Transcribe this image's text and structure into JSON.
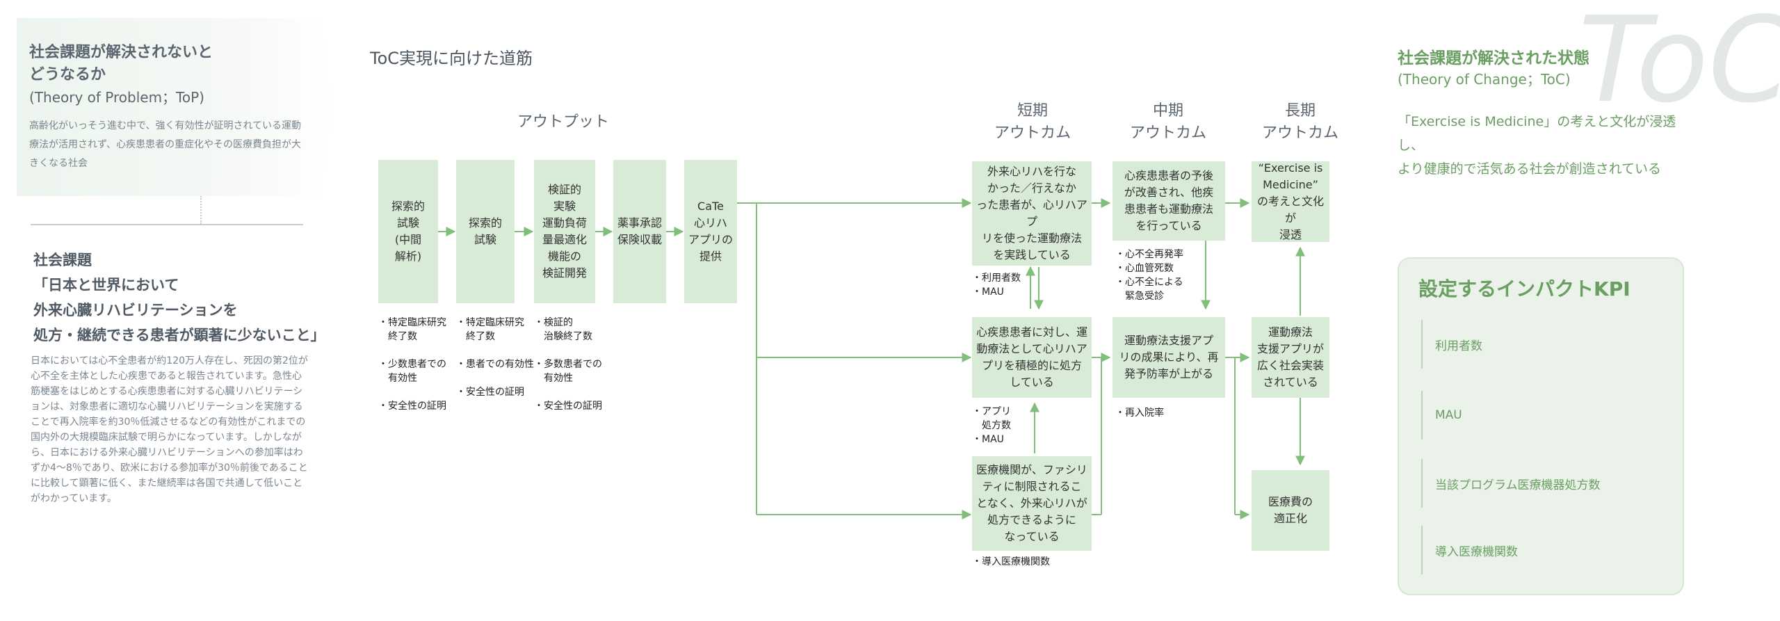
{
  "top": {
    "title": "社会課題が解決されないと\nどうなるか",
    "subtitle": "(Theory of Problem；ToP)",
    "body": "高齢化がいっそう進む中で、強く有効性が証明されている運動療法が活用されず、心疾患患者の重症化やその医療費負担が大きくなる社会"
  },
  "social": {
    "title": "社会課題\n「日本と世界において\n外来心臓リハビリテーションを\n処方・継続できる患者が顕著に少ないこと」",
    "body": "日本においては心不全患者が約120万人存在し、死因の第2位が心不全を主体とした心疾患であると報告されています。急性心筋梗塞をはじめとする心疾患患者に対する心臓リハビリテーションは、対象患者に適切な心臓リハビリテーションを実施することで再入院率を約30％低減させるなどの有効性がこれまでの国内外の大規模臨床試験で明らかになっています。しかしながら、日本における外来心臓リハビリテーションへの参加率はわずか4～8％であり、欧米における参加率が30％前後であることに比較して顕著に低く、また継続率は各国で共通して低いことがわかっています。"
  },
  "roadmap": {
    "title": "ToC実現に向けた道筋",
    "output_head": "アウトプット",
    "short_head": "短期\nアウトカム",
    "mid_head": "中期\nアウトカム",
    "long_head": "長期\nアウトカム"
  },
  "boxes": {
    "b1": "探索的\n試験\n(中間\n解析)",
    "b2": "探索的\n試験",
    "b3": "検証的\n実験\n運動負荷\n量最適化\n機能の\n検証開発",
    "b4": "薬事承認\n保険収載",
    "b5": "CaTe\n心リハ\nアプリの\n提供",
    "s1": "外来心リハを行な\nかった／行えなか\nった患者が、心リハアプ\nリを使った運動療法\nを実践している",
    "s2": "心疾患患者に対し、運\n動療法として心リハア\nプリを積極的に処方\nしている",
    "s3": "医療機関が、ファシリ\nティに制限されるこ\nとなく、外来心リハが\n処方できるように\nなっている",
    "m1": "心疾患患者の予後\nが改善され、他疾\n患患者も運動療法\nを行っている",
    "m2": "運動療法支援アプ\nリの成果により、再\n発予防率が上がる",
    "l1": "“Exercise is\nMedicine”\nの考えと文化が\n浸透",
    "l2": "運動療法\n支援アプリが\n広く社会実装\nされている",
    "l3": "医療費の\n適正化"
  },
  "kpis": {
    "k1": "・特定臨床研究\n　終了数\n\n・少数患者での\n　有効性\n\n・安全性の証明",
    "k2": "・特定臨床研究\n　終了数\n\n・患者での有効性\n\n・安全性の証明",
    "k3": "・検証的\n　治験終了数\n\n・多数患者での\n　有効性\n\n・安全性の証明",
    "ks1": "・利用者数\n・MAU",
    "ks2": "・アプリ\n　処方数\n・MAU",
    "ks3": "・導入医療機関数",
    "km1": "・心不全再発率\n・心血管死数\n・心不全による\n　緊急受診",
    "km2": "・再入院率"
  },
  "toc": {
    "bg_text": "ToC",
    "title": "社会課題が解決された状態",
    "subtitle": "(Theory of Change；ToC)",
    "desc": "「Exercise is Medicine」の考えと文化が浸透し、\nより健康的で活気ある社会が創造されている"
  },
  "impact": {
    "title": "設定するインパクトKPI",
    "items": [
      "利用者数",
      "MAU",
      "当該プログラム医療機器処方数",
      "導入医療機関数"
    ]
  },
  "colors": {
    "box": "#d8ebd6",
    "line": "#7fbf7a",
    "accent": "#6a9e62"
  }
}
